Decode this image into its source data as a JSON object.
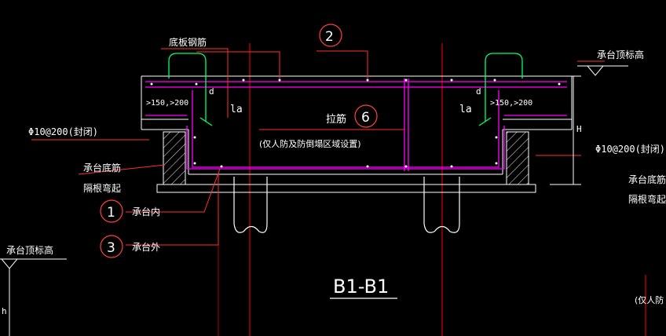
{
  "drawing": {
    "title": "B1-B1",
    "labels": {
      "bottom_slab_rebar": "底板钢筋",
      "tie_bar": "拉筋",
      "tie_bar_note": "(仅人防及防倒塌区域设置)",
      "cap_top_elev_right": "承台顶标高",
      "cap_top_elev_left": "承台顶标高",
      "stirrup_left": "Φ10@200(封闭)",
      "stirrup_right": "Φ10@200(封闭)",
      "cap_bottom_rebar_left_1": "承台底筋",
      "cap_bottom_rebar_left_2": "隔根弯起",
      "cap_bottom_rebar_right_1": "承台底筋",
      "cap_bottom_rebar_right_2": "隔根弯起",
      "cap_inner": "承台内",
      "cap_outer": "承台外",
      "la_left": "la",
      "la_right": "la",
      "anchor_left": ">150,>200",
      "anchor_right": ">150,>200",
      "dim_d_left": "d",
      "dim_d_right": "d",
      "dim_h_right": "H",
      "dim_h_left": "h",
      "cut_note": "(仅人防"
    },
    "callouts": {
      "c1": "1",
      "c2": "2",
      "c3": "3",
      "c6": "6"
    },
    "colors": {
      "background": "#000000",
      "line_white": "#ffffff",
      "rebar_magenta": "#ff00ff",
      "axis_red": "#ff0000",
      "leader_red": "#ff3030",
      "callout_circle": "#ff4040",
      "hook_green": "#00ff66",
      "hatch": "#cccccc"
    }
  }
}
